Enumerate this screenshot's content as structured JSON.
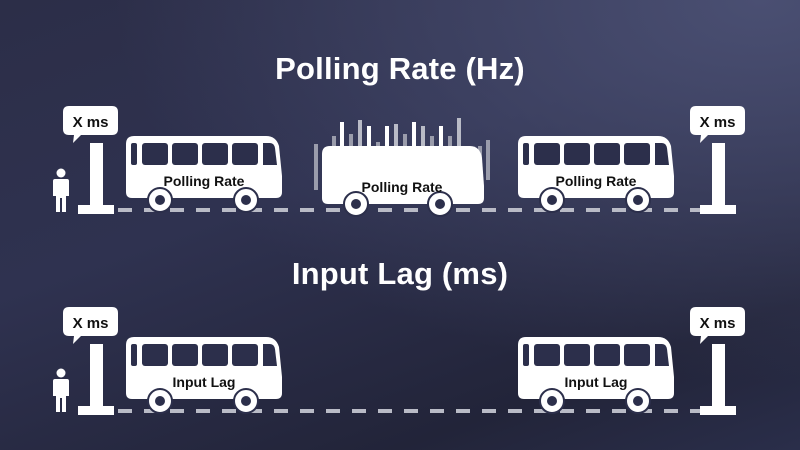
{
  "colors": {
    "background_top_left": "#2c2e48",
    "background_top_right": "#45496b",
    "background_bottom": "#222439",
    "foreground": "#ffffff",
    "road_dash": "#b9bbc6",
    "label_text": "#111111"
  },
  "sections": [
    {
      "title": "Polling Rate (Hz)",
      "left_stop": {
        "bubble": "X ms",
        "icons": [
          "person-icon",
          "bus-stop-icon"
        ]
      },
      "buses": [
        {
          "label": "Polling Rate",
          "style": "normal"
        },
        {
          "label": "Polling Rate",
          "style": "vibrating"
        },
        {
          "label": "Polling Rate",
          "style": "normal"
        }
      ],
      "right_stop": {
        "bubble": "X ms",
        "icons": [
          "bus-stop-icon"
        ]
      }
    },
    {
      "title": "Input Lag (ms)",
      "left_stop": {
        "bubble": "X ms",
        "icons": [
          "person-icon",
          "bus-stop-icon"
        ]
      },
      "buses": [
        {
          "label": "Input Lag",
          "style": "normal"
        },
        {
          "label": "Input Lag",
          "style": "normal"
        }
      ],
      "right_stop": {
        "bubble": "X ms",
        "icons": [
          "bus-stop-icon"
        ]
      }
    }
  ]
}
